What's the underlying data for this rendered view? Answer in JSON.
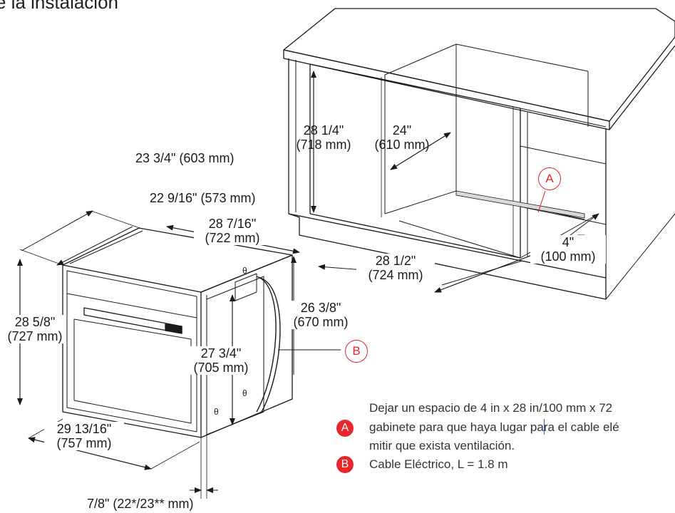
{
  "title": "e la instalación",
  "dimensions": {
    "oven_depth_total": "23 3/4\" (603 mm)",
    "oven_depth_body": "22 9/16\" (573 mm)",
    "oven_width_top": "28 7/16\"",
    "oven_width_top_mm": "(722 mm)",
    "oven_height_total": "28 5/8\"",
    "oven_height_total_mm": "(727 mm)",
    "oven_height_body": "27 3/4\"",
    "oven_height_body_mm": "(705 mm)",
    "oven_width_body": "26 3/8\"",
    "oven_width_body_mm": "(670 mm)",
    "oven_front_width": "29 13/16\"",
    "oven_front_width_mm": "(757 mm)",
    "oven_flange": "7/8\" (22*/23** mm)",
    "cutout_height": "28 1/4\"",
    "cutout_height_mm": "(718 mm)",
    "cutout_depth": "24\"",
    "cutout_depth_mm": "(610 mm)",
    "cutout_width": "28 1/2\"",
    "cutout_width_mm": "(724 mm)",
    "gap": "4\"",
    "gap_mm": "(100 mm)"
  },
  "callouts": {
    "a": "A",
    "b": "B"
  },
  "legend": [
    {
      "badge": "A",
      "text_line1": "Dejar un espacio de 4 in x 28 in/100 mm x 72",
      "text_line2_a": "gabinete para que haya lugar",
      "text_line2_b": " para el cable elé",
      "text_line3": "mitir que exista ventilación."
    },
    {
      "badge": "B",
      "text_line1": "Cable Eléctrico, L = 1.8 m"
    }
  ],
  "colors": {
    "accent": "#e8262b",
    "line": "#1a1a1a",
    "shade": "#d9d9d9"
  }
}
